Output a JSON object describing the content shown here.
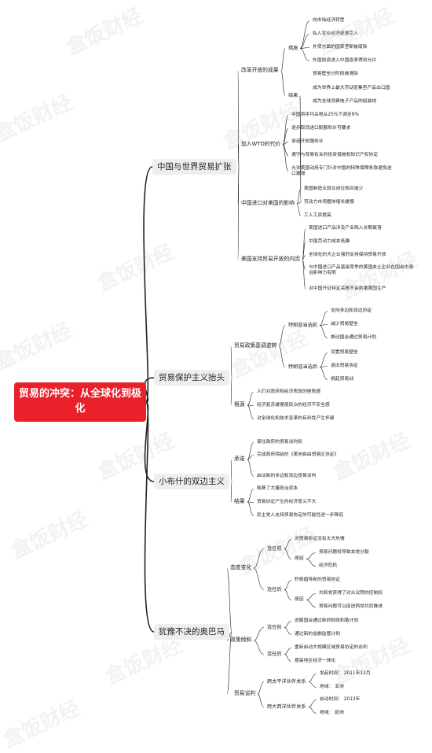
{
  "root": "贸易的冲突：从全球化到极化",
  "watermark": "盒饭财经",
  "branches": [
    {
      "label": "中国与世界贸易扩张",
      "children": [
        {
          "label": "改革开放的成果",
          "children": [
            {
              "label": "措施",
              "children": [
                "向市场经济转型",
                "私人农业经济逐渐引入",
                "外贸方面的国家垄断被废除",
                "外国投资进入中国逐渐得到允许",
                "贸易壁垒分阶段被清除"
              ]
            },
            {
              "label": "结果",
              "children": [
                "成为世界上最大劳动密集型产品出口国",
                "成为全球消费电子产品的组装地"
              ]
            }
          ]
        },
        {
          "label": "加入WTO的代价",
          "children": [
            "中国将平均关税从25%下调至9%",
            "逐步取消进口配额和许可要求",
            "承诺开放服务业",
            "遵守与贸易有关的投资措施和知识产权协定",
            "允许美国动用专门针对中国的特殊保障条款避免进口激增"
          ]
        },
        {
          "label": "中国进口对美国的影响",
          "children": [
            "美国制造业就业岗位相对减少",
            "劳动力市场整体增长缓慢",
            "工人工资提高"
          ]
        },
        {
          "label": "美国支持贸易开放的内因",
          "children": [
            "美国进口产品涉及产业陷入长期衰落",
            "中国劳动力成本低廉",
            "全球化的大企业强烈支持保持贸易开放",
            "与中国进口产品直接竞争的美国本土企业在国会中政治影响力有限",
            "对中国开征特定关税不会刺激美国生产"
          ]
        }
      ]
    },
    {
      "label": "贸易保护主义抬头",
      "children": [
        {
          "label": "贸易政策基调逆转",
          "children": [
            {
              "label": "特朗普当选前",
              "children": [
                "支持多边和双边协定",
                "减少贸易壁垒",
                "推动国会通过贸易计划"
              ]
            },
            {
              "label": "特朗普当选后",
              "children": [
                "设置贸易壁垒",
                "退出贸易协定",
                "挑起贸易战"
              ]
            }
          ]
        },
        {
          "label": "根源",
          "children": [
            "人们对政府和经济表现的挫败感",
            "经济复苏缓慢使民众的经济不安全感",
            "对全球化和技术变革的有利性产生怀疑"
          ]
        }
      ]
    },
    {
      "label": "小布什的双边主义",
      "children": [
        {
          "label": "承诺",
          "children": [
            "保住政府的贸易谈判权",
            "完成政府缔结的《美洲自由贸易区协定》",
            "启动新的多边和双边贸易谈判"
          ]
        },
        {
          "label": "结果",
          "children": [
            "耗费了大量政治资本",
            "贸易协定产生的经济意义不大",
            "民主党人支持贸易协定的可能性进一步降低"
          ]
        }
      ]
    },
    {
      "label": "犹豫不决的奥巴马",
      "children": [
        {
          "label": "态度变化",
          "children": [
            {
              "label": "连任前",
              "children": [
                "对贸易协定没有太大热情",
                {
                  "label": "原因",
                  "children": [
                    "贸易问题将导致本党分裂",
                    "经济危机"
                  ]
                }
              ]
            },
            {
              "label": "连任后",
              "children": [
                "积极倡导新的贸易协定",
                {
                  "label": "原因",
                  "children": [
                    "共和党获得了对众议院的控制权",
                    "贸易问题可以促进两党共同推进"
                  ]
                }
              ]
            }
          ]
        },
        {
          "label": "政策倾斜",
          "children": [
            {
              "label": "连任前",
              "children": [
                "说服国会通过新的财政刺激计划",
                "通过新的金融监管计划"
              ]
            },
            {
              "label": "连任后",
              "children": [
                "重新启动大规模区域贸易协定的谈判",
                "提高地区经济一体化"
              ]
            }
          ]
        },
        {
          "label": "贸易谈判",
          "children": [
            {
              "label": "跨太平洋伙伴关系",
              "children": [
                "发起时间： 2011年11月",
                "地域： 亚洲"
              ]
            },
            {
              "label": "跨大西洋伙伴关系",
              "children": [
                "启动时间： 2013年",
                "地域： 欧洲"
              ]
            }
          ]
        }
      ]
    }
  ]
}
